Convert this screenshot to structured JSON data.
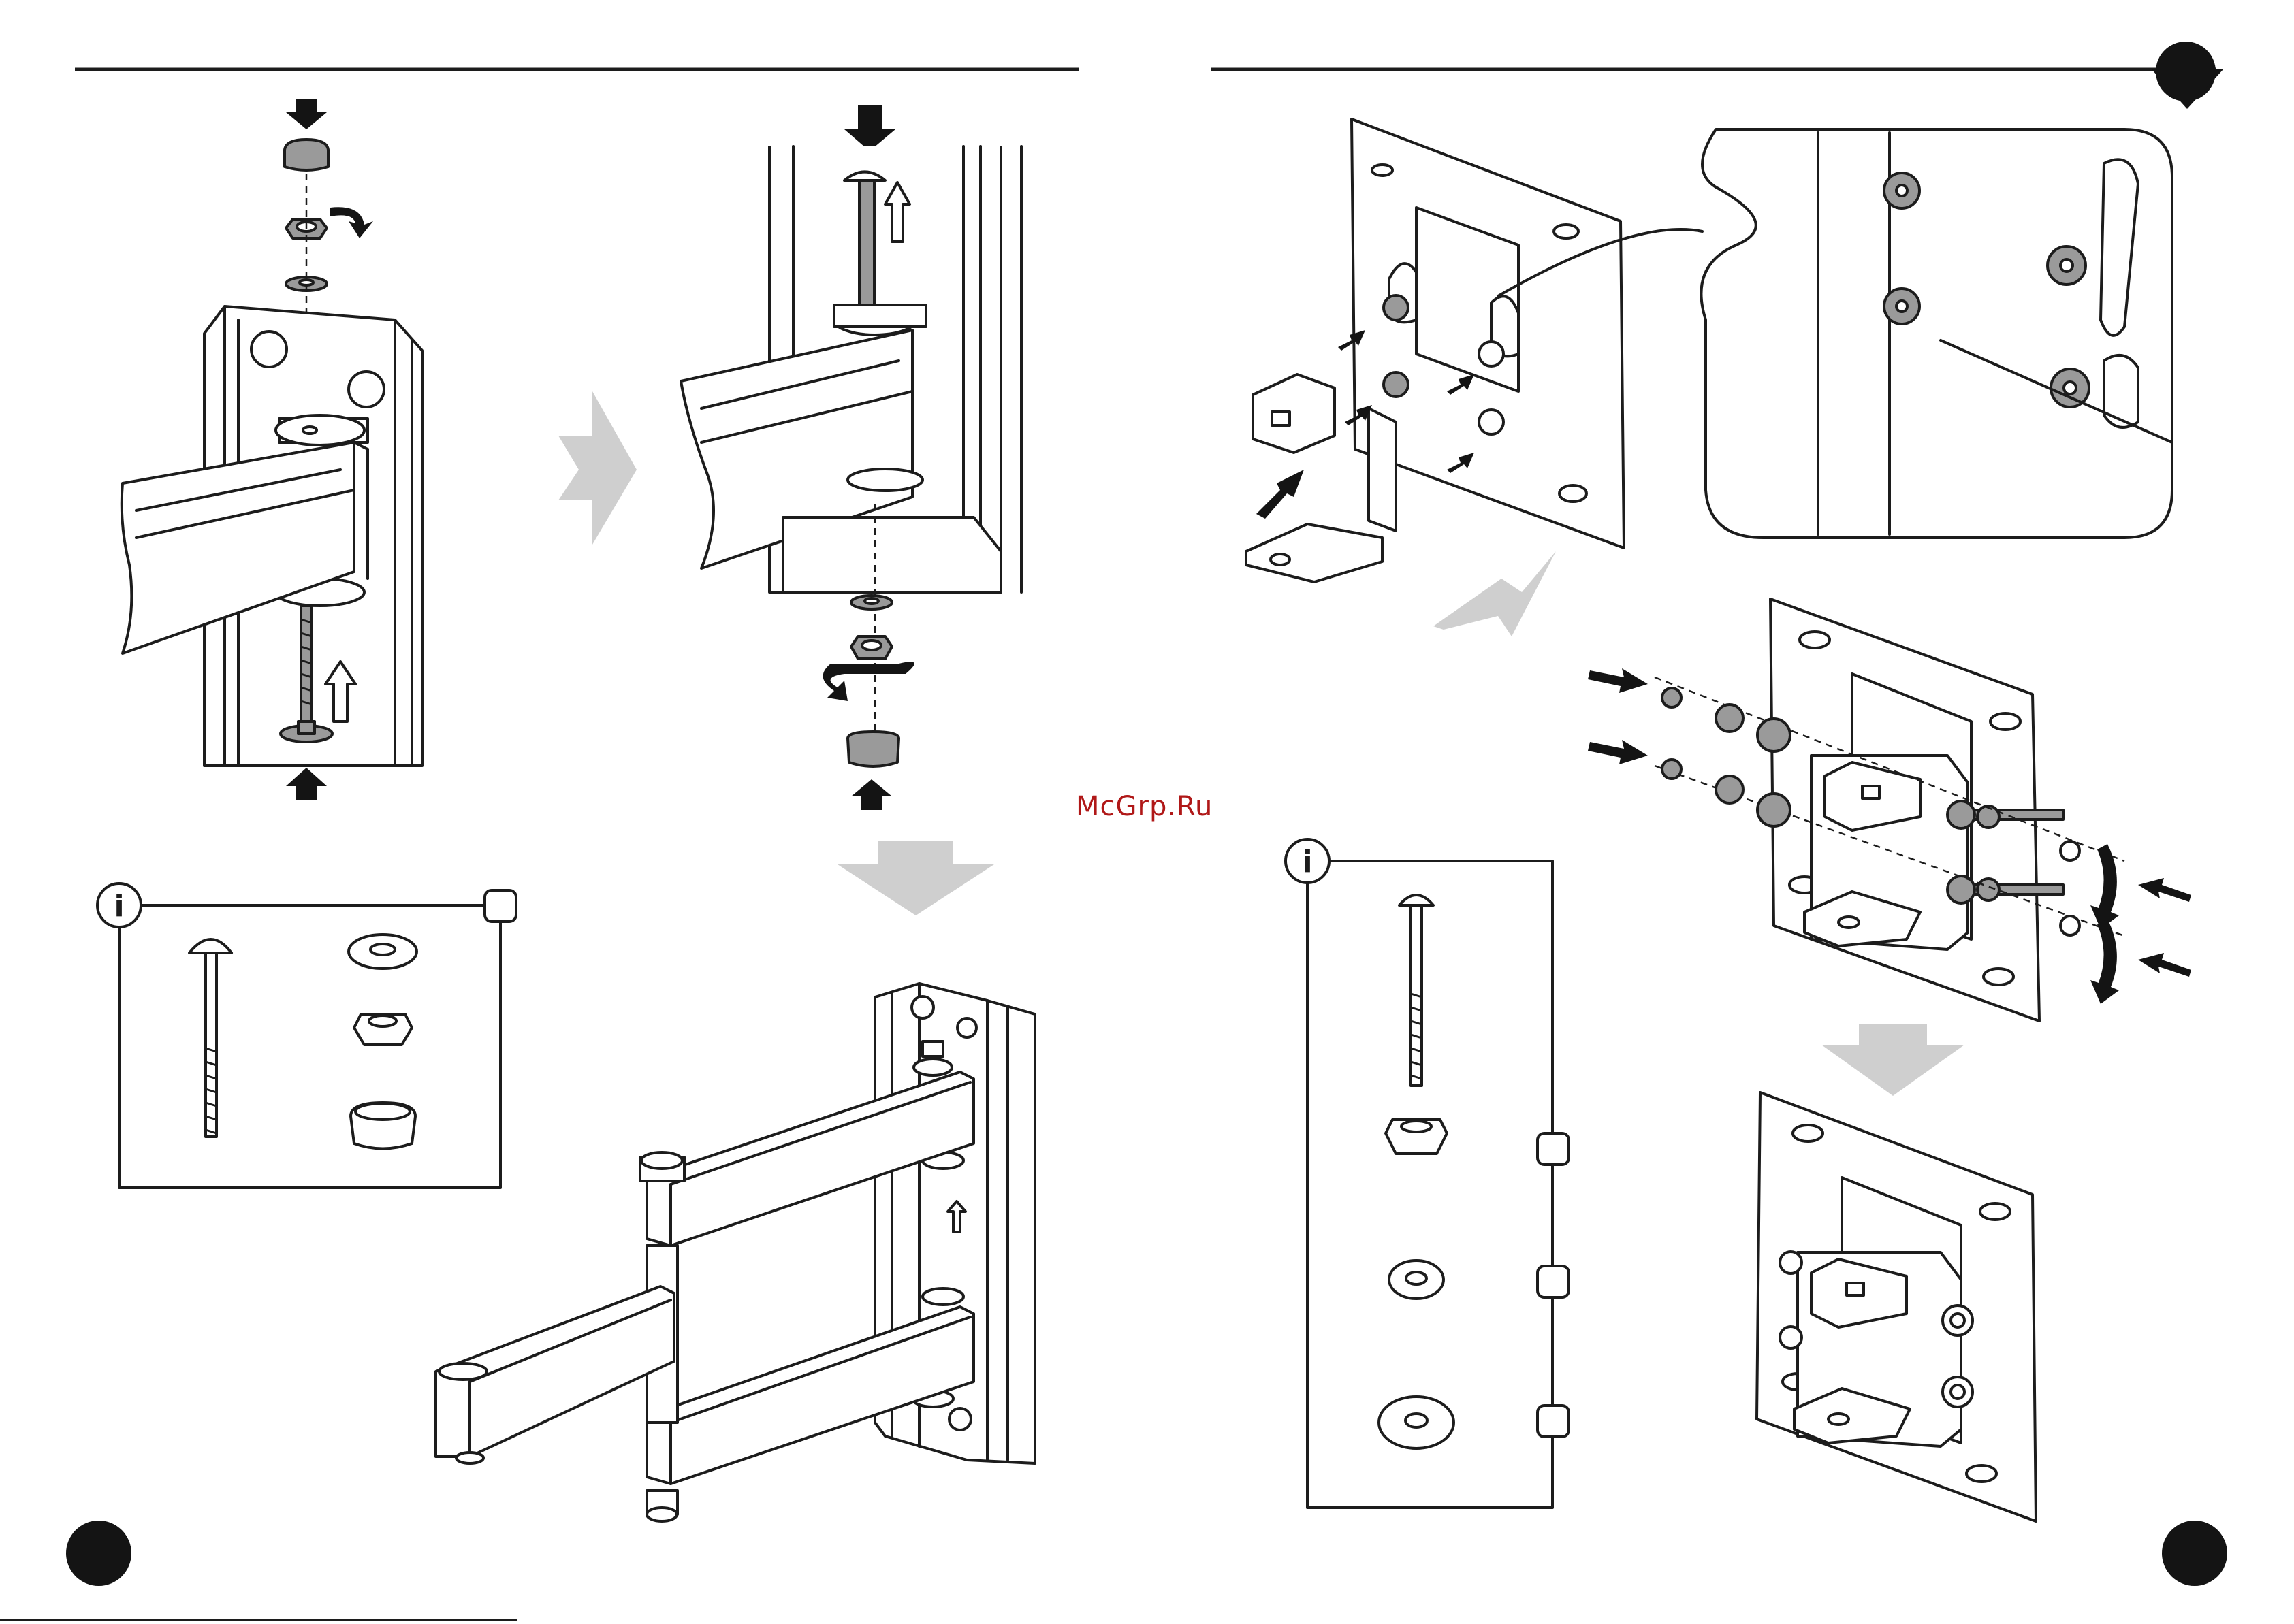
{
  "watermark": {
    "text": "McGrp.Ru",
    "color": "#b01818"
  },
  "info_boxes": [
    {
      "icon": "info-icon",
      "symbol": "i",
      "parts": [
        "carriage-bolt",
        "washer",
        "flange-nut",
        "bolt-cap"
      ]
    },
    {
      "icon": "info-icon",
      "symbol": "i",
      "parts": [
        "machine-bolt",
        "flange-nut",
        "small-washer",
        "large-washer"
      ]
    }
  ],
  "colors": {
    "line": "#1c1c1c",
    "part_gray": "#9a9a9a",
    "step_arrow": "#cfcfcf",
    "page_marker": "#141414"
  },
  "page_markers": [
    "left-bottom",
    "right-bottom"
  ]
}
